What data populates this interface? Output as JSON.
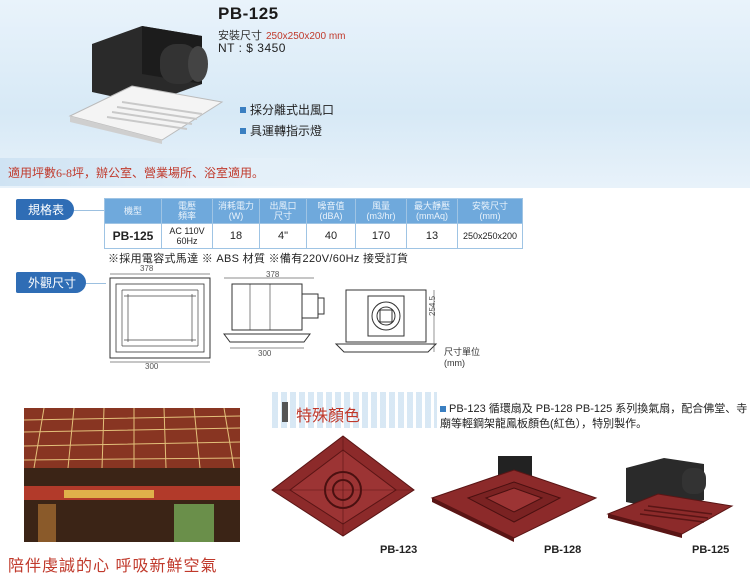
{
  "header": {
    "model": "PB-125",
    "install_label": "安裝尺寸",
    "install_dim": "250x250x200 mm",
    "price": "NT : $ 3450",
    "features": [
      "採分離式出風口",
      "具運轉指示燈"
    ],
    "suitable": "適用坪數6-8坪，辦公室、營業場所、浴室適用。"
  },
  "spec_section": {
    "label": "規格表",
    "headers": [
      "機型",
      "電壓\n頻率",
      "消耗電力\n(W)",
      "出風口\n尺寸",
      "噪音值\n(dBA)",
      "風量\n(m3/hr)",
      "最大靜壓\n(mmAq)",
      "安裝尺寸\n(mm)"
    ],
    "row": [
      "PB-125",
      "AC 110V\n60Hz",
      "18",
      "4\"",
      "40",
      "170",
      "13",
      "250x250x200"
    ],
    "notes": "※採用電容式馬達  ※ ABS 材質  ※備有220V/60Hz 接受訂貨"
  },
  "dim_section": {
    "label": "外觀尺寸",
    "front_width": "378",
    "front_depth": "300",
    "side_width": "378",
    "side_bottom": "300",
    "height": "254.5",
    "unit_label": "尺寸單位\n(mm)"
  },
  "special": {
    "title": "特殊顏色",
    "desc": "PB-123 循環扇及 PB-128 PB-125 系列換氣扇，配合佛堂、寺廟等輕鋼架龍鳳板顏色(紅色），特別製作。",
    "products": [
      "PB-123",
      "PB-128",
      "PB-125"
    ],
    "slogan": "陪伴虔誠的心  呼吸新鮮空氣",
    "red": "#8c2a2a"
  }
}
